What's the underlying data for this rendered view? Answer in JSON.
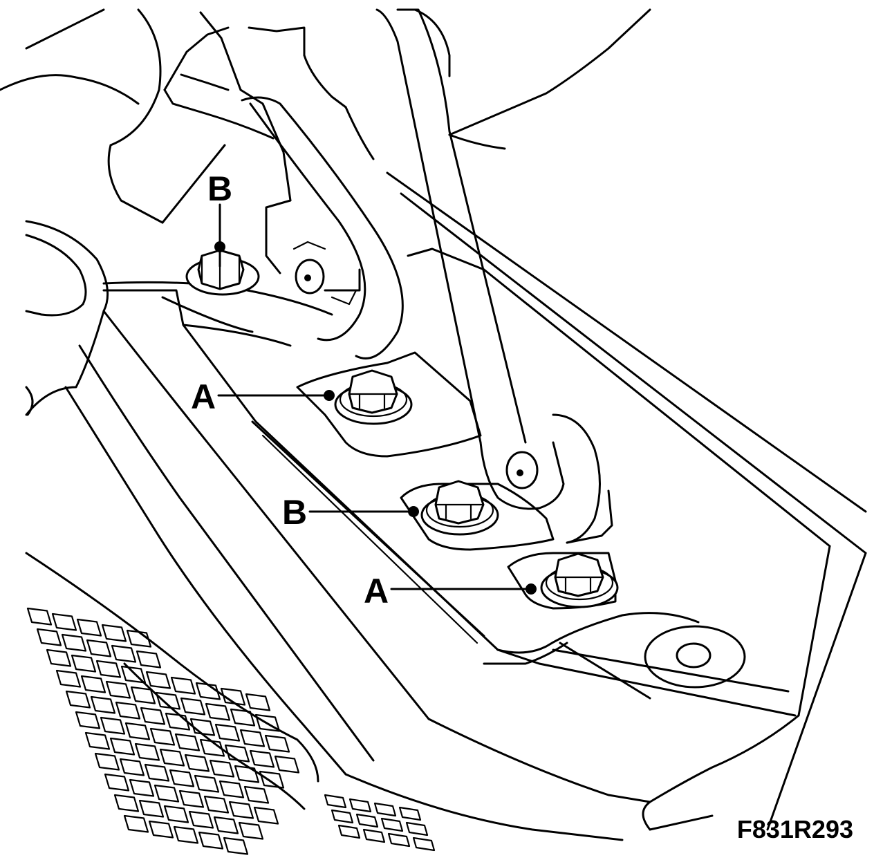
{
  "diagram": {
    "callouts": [
      {
        "id": "b-top",
        "letter": "B"
      },
      {
        "id": "a-upper",
        "letter": "A"
      },
      {
        "id": "b-middle",
        "letter": "B"
      },
      {
        "id": "a-lower",
        "letter": "A"
      }
    ],
    "figure_code": "F831R293"
  }
}
